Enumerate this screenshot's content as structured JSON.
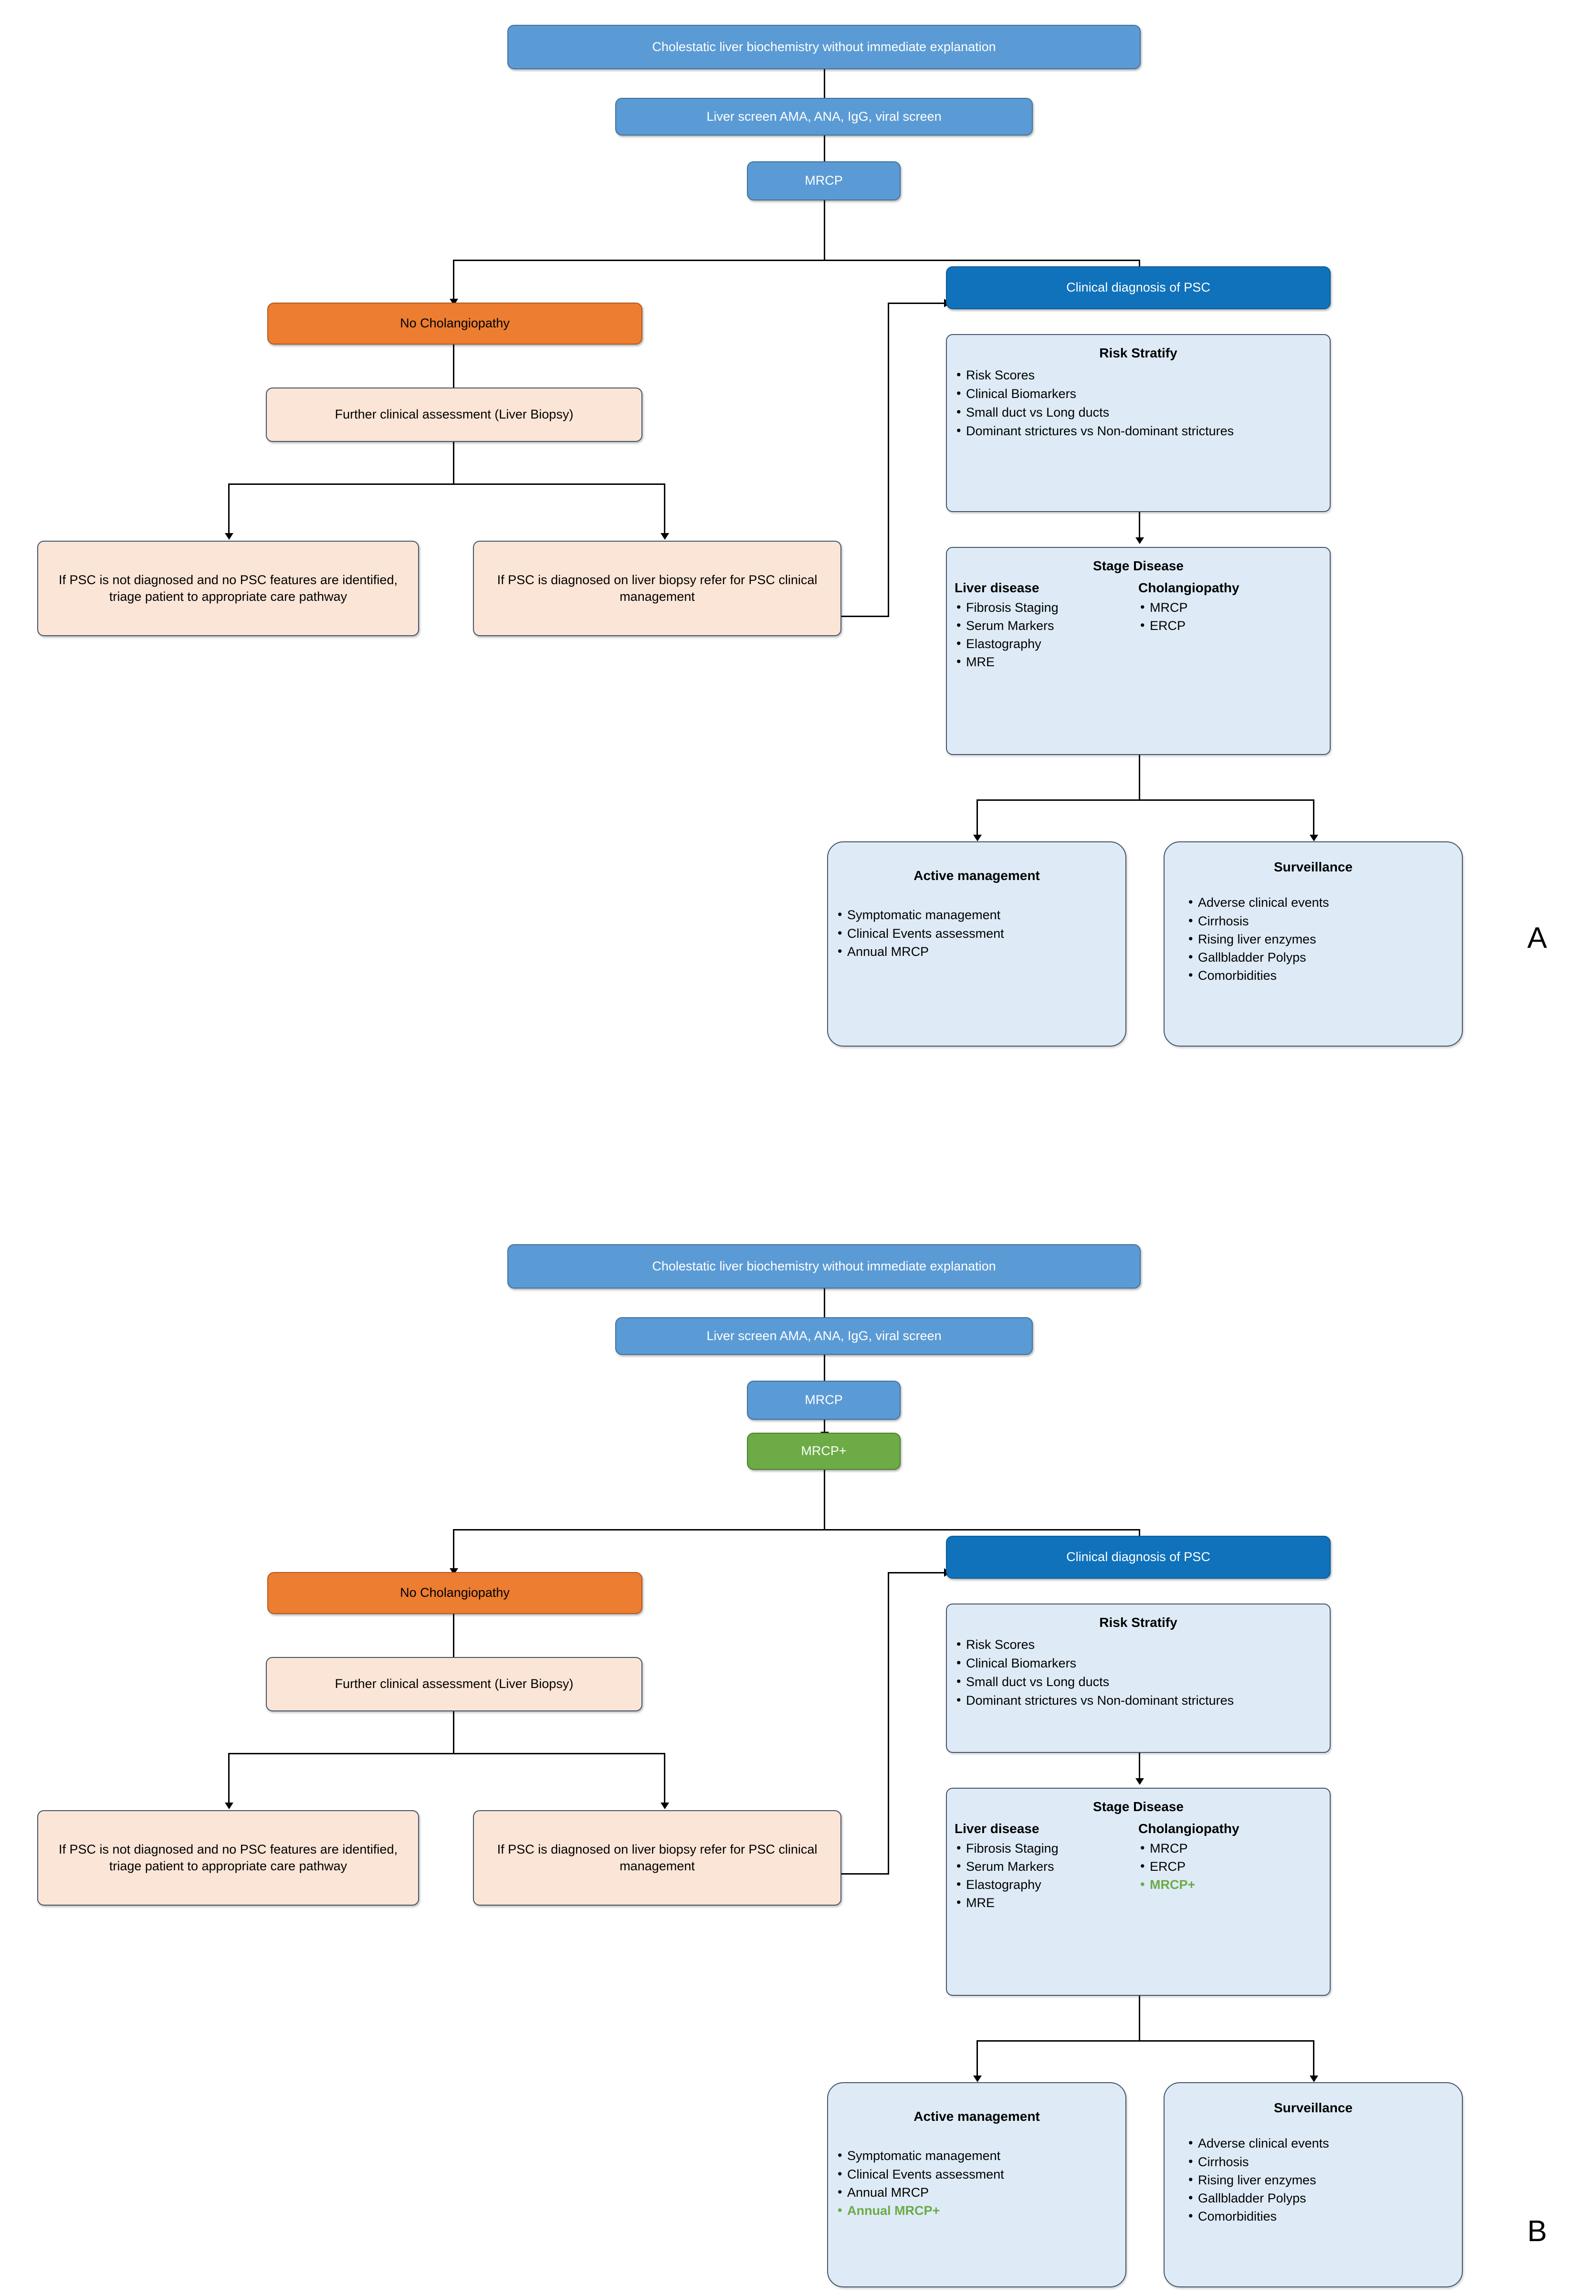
{
  "figure": {
    "panels": [
      {
        "id": "A",
        "label": "A",
        "nodes": {
          "start": {
            "text": "Cholestatic liver biochemistry without immediate explanation",
            "color": "#5b9bd5"
          },
          "liver_screen": {
            "text": "Liver screen AMA, ANA, IgG, viral screen",
            "color": "#5b9bd5"
          },
          "mrcp": {
            "text": "MRCP",
            "color": "#5b9bd5"
          },
          "no_cholangiopathy": {
            "text": "No Cholangiopathy",
            "color": "#ed7d31"
          },
          "further_assessment": {
            "text": "Further clinical assessment (Liver Biopsy)",
            "color": "#fbe5d6"
          },
          "not_diagnosed": {
            "text": "If PSC is not diagnosed and no PSC features are identified, triage patient to appropriate care pathway",
            "color": "#fbe5d6"
          },
          "diagnosed_refer": {
            "text": "If PSC is diagnosed on liver biopsy refer for PSC clinical management",
            "color": "#fbe5d6"
          },
          "clinical_diagnosis": {
            "text": "Clinical diagnosis of PSC",
            "color": "#1072bb"
          },
          "risk_stratify": {
            "heading": "Risk Stratify",
            "items": [
              "Risk Scores",
              "Clinical Biomarkers",
              "Small duct vs Long ducts",
              "Dominant strictures vs Non-dominant strictures"
            ]
          },
          "stage_disease": {
            "heading": "Stage Disease",
            "left_heading": "Liver disease",
            "left_items": [
              "Fibrosis Staging",
              "Serum Markers",
              "Elastography",
              "MRE"
            ],
            "right_heading": "Cholangiopathy",
            "right_items": [
              "MRCP",
              "ERCP"
            ]
          },
          "active_management": {
            "heading": "Active management",
            "items": [
              "Symptomatic management",
              "Clinical Events assessment",
              "Annual MRCP"
            ]
          },
          "surveillance": {
            "heading": "Surveillance",
            "items": [
              "Adverse clinical events",
              "Cirrhosis",
              "Rising liver enzymes",
              "Gallbladder Polyps",
              "Comorbidities"
            ]
          }
        }
      },
      {
        "id": "B",
        "label": "B",
        "nodes": {
          "start": {
            "text": "Cholestatic liver biochemistry without immediate explanation",
            "color": "#5b9bd5"
          },
          "liver_screen": {
            "text": "Liver screen AMA, ANA, IgG, viral screen",
            "color": "#5b9bd5"
          },
          "mrcp": {
            "text": "MRCP",
            "color": "#5b9bd5"
          },
          "mrcp_plus": {
            "text": "MRCP+",
            "color": "#6cab45"
          },
          "no_cholangiopathy": {
            "text": "No Cholangiopathy",
            "color": "#ed7d31"
          },
          "further_assessment": {
            "text": "Further clinical assessment (Liver Biopsy)",
            "color": "#fbe5d6"
          },
          "not_diagnosed": {
            "text": "If PSC is not diagnosed and no PSC features are identified, triage patient to appropriate care pathway",
            "color": "#fbe5d6"
          },
          "diagnosed_refer": {
            "text": "If PSC is diagnosed on liver biopsy refer for PSC clinical management",
            "color": "#fbe5d6"
          },
          "clinical_diagnosis": {
            "text": "Clinical diagnosis of PSC",
            "color": "#1072bb"
          },
          "risk_stratify": {
            "heading": "Risk Stratify",
            "items": [
              "Risk Scores",
              "Clinical Biomarkers",
              "Small duct vs Long ducts",
              "Dominant strictures vs Non-dominant strictures"
            ]
          },
          "stage_disease": {
            "heading": "Stage Disease",
            "left_heading": "Liver disease",
            "left_items": [
              "Fibrosis Staging",
              "Serum Markers",
              "Elastography",
              "MRE"
            ],
            "right_heading": "Cholangiopathy",
            "right_items": [
              "MRCP",
              "ERCP"
            ],
            "right_items_highlight": [
              "MRCP+"
            ]
          },
          "active_management": {
            "heading": "Active management",
            "items": [
              "Symptomatic management",
              "Clinical Events assessment",
              "Annual MRCP"
            ],
            "items_highlight": [
              "Annual MRCP+"
            ]
          },
          "surveillance": {
            "heading": "Surveillance",
            "items": [
              "Adverse clinical events",
              "Cirrhosis",
              "Rising liver enzymes",
              "Gallbladder Polyps",
              "Comorbidities"
            ]
          }
        }
      }
    ],
    "colors": {
      "blue_light": "#5b9bd5",
      "blue_dark": "#1072bb",
      "orange": "#ed7d31",
      "green": "#6cab45",
      "peach": "#fbe5d6",
      "panel_fill": "#deebf7",
      "line": "#000000"
    }
  }
}
